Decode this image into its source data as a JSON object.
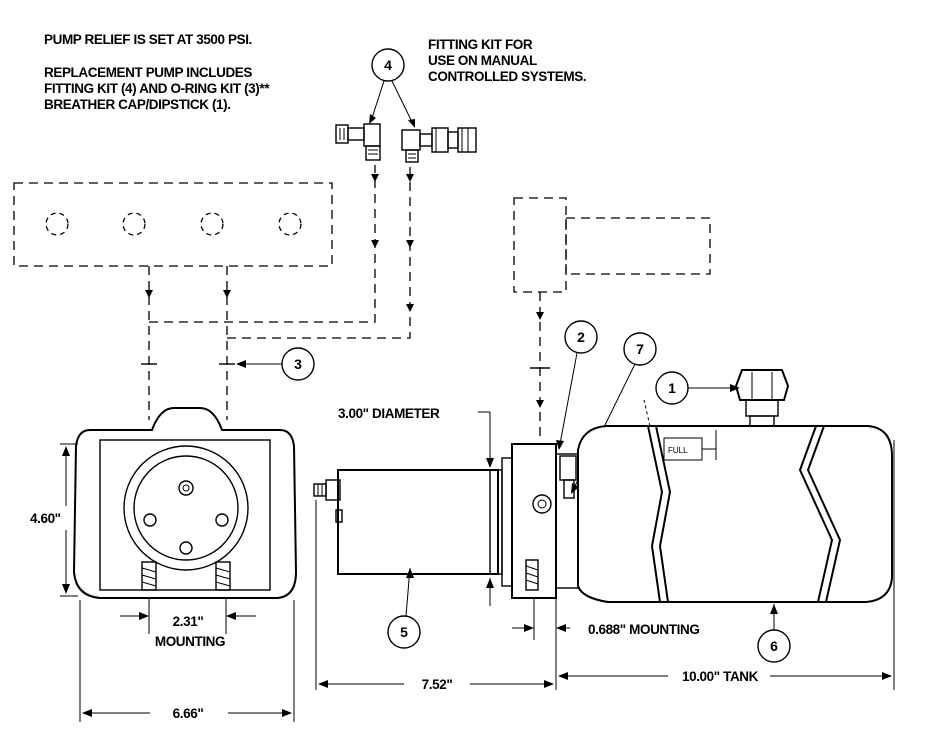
{
  "notes": {
    "relief": "PUMP RELIEF IS SET AT 3500 PSI.",
    "replacement_line1": "REPLACEMENT PUMP INCLUDES",
    "replacement_line2": "FITTING KIT (4) AND O-RING KIT (3)**",
    "replacement_line3": "BREATHER CAP/DIPSTICK (1).",
    "fitting_line1": "FITTING KIT FOR",
    "fitting_line2": "USE ON MANUAL",
    "fitting_line3": "CONTROLLED SYSTEMS."
  },
  "callouts": {
    "breather_cap": "1",
    "o_ring_seal": "2",
    "o_ring_kit": "3",
    "fitting_kit": "4",
    "motor": "5",
    "tank": "6",
    "sight_plug": "7"
  },
  "labels": {
    "full": "FULL"
  },
  "dimensions": {
    "height": "4.60\"",
    "mounting_width_value": "2.31\"",
    "mounting_width_label": "MOUNTING",
    "overall_width": "6.66\"",
    "motor_diameter": "3.00\" DIAMETER",
    "flange_mounting": "0.688\" MOUNTING",
    "motor_length": "7.52\"",
    "tank_length": "10.00\" TANK"
  }
}
